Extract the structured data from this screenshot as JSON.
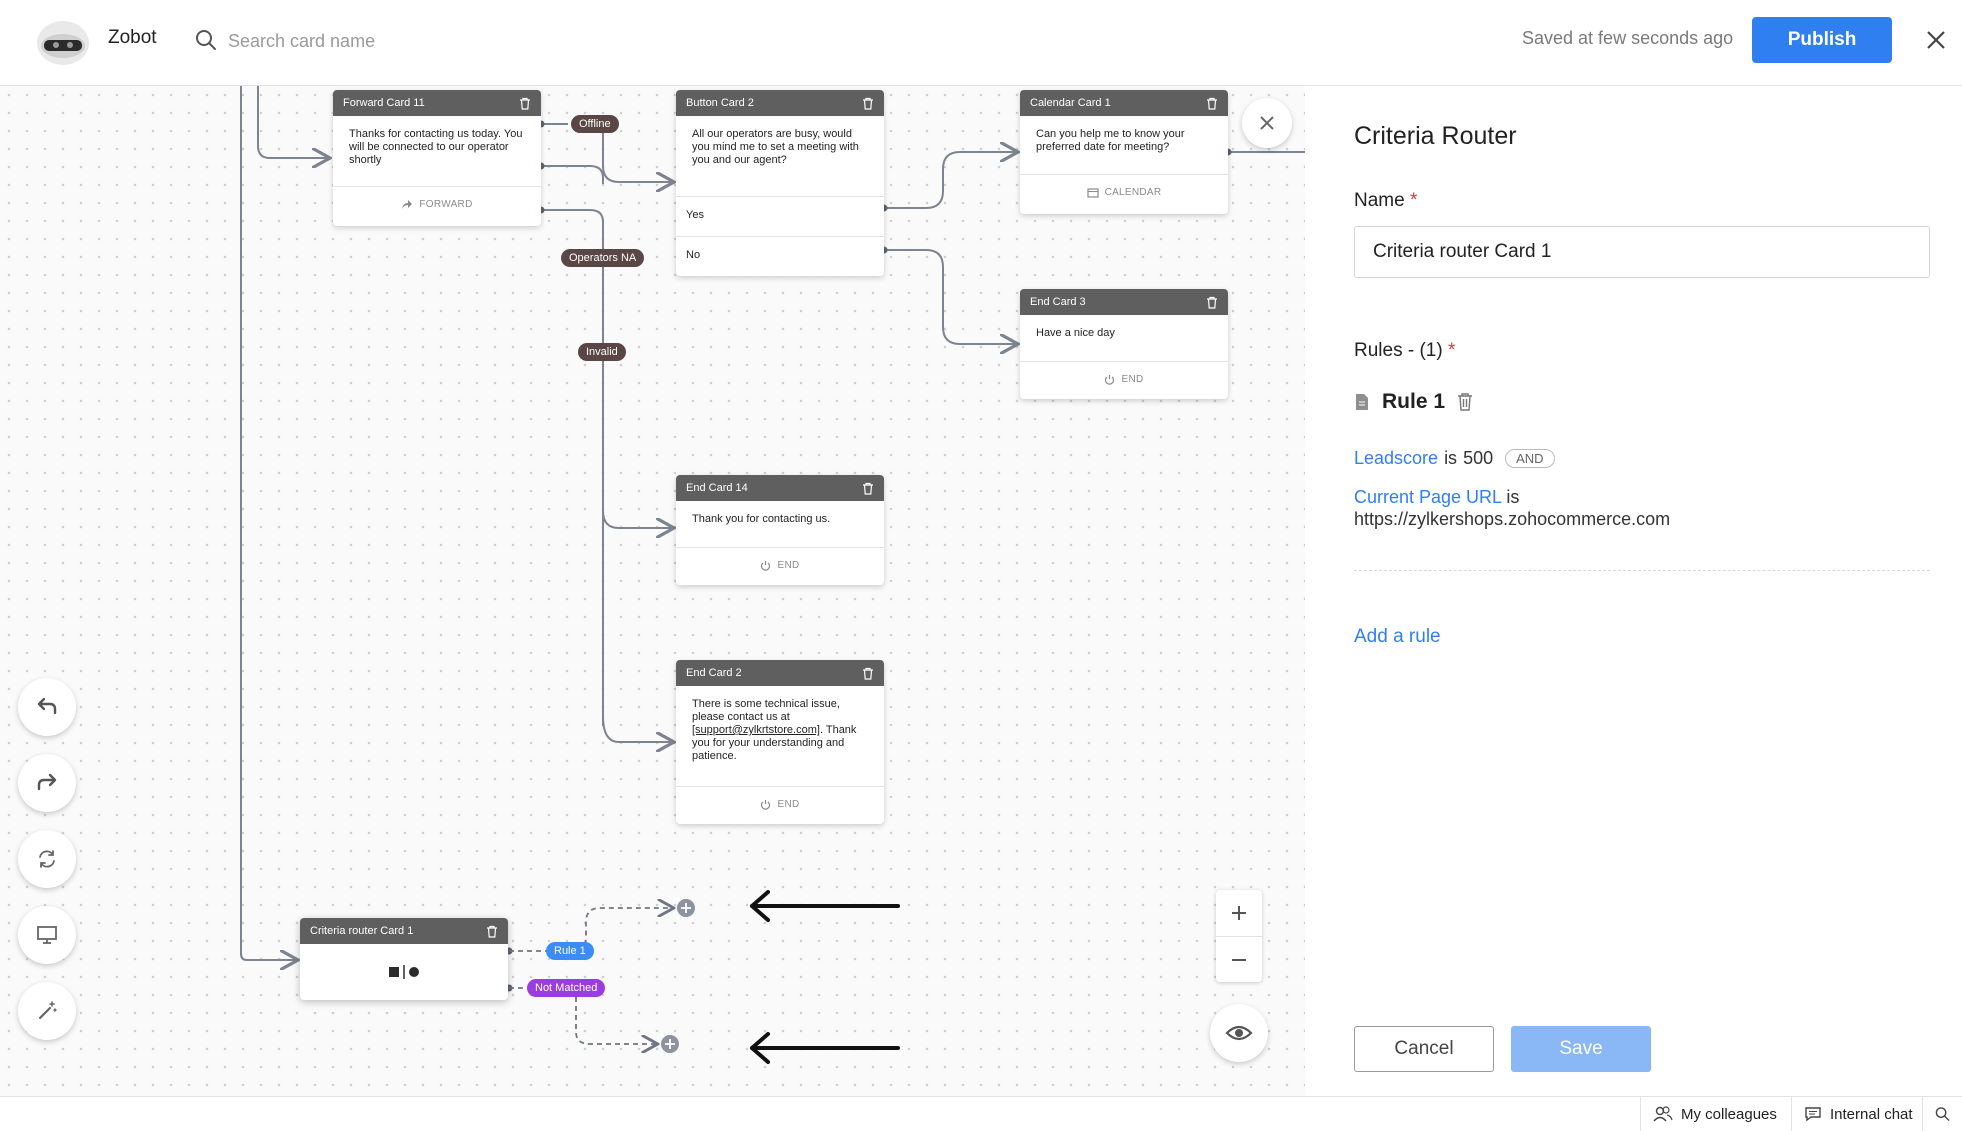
{
  "header": {
    "app_name": "Zobot",
    "search_placeholder": "Search card name",
    "saved_status": "Saved at few seconds ago",
    "publish_label": "Publish"
  },
  "canvas": {
    "cards": {
      "forward": {
        "title": "Forward Card 11",
        "text": "Thanks for contacting us today. You will be connected to our operator shortly",
        "footer": "FORWARD"
      },
      "button": {
        "title": "Button Card 2",
        "text": "All our operators are busy, would you mind me to set a meeting with you and our agent?",
        "option_yes": "Yes",
        "option_no": "No"
      },
      "calendar": {
        "title": "Calendar Card 1",
        "text": "Can you help me to know your preferred date for meeting?",
        "footer": "CALENDAR"
      },
      "end3": {
        "title": "End Card 3",
        "text": "Have a nice day",
        "footer": "END"
      },
      "end14": {
        "title": "End Card 14",
        "text": "Thank you for contacting us.",
        "footer": "END"
      },
      "end2": {
        "title": "End Card 2",
        "text_before": "There is some technical issue, please contact us at ",
        "text_link": "[support@zylkrtstore.com]",
        "text_after": ". Thank you for your understanding and patience.",
        "footer": "END"
      },
      "criteria": {
        "title": "Criteria router Card 1"
      }
    },
    "wire_labels": {
      "offline": "Offline",
      "operators_na": "Operators NA",
      "invalid": "Invalid",
      "rule1": "Rule 1",
      "not_matched": "Not Matched"
    },
    "colors": {
      "label_brown": "#5b4646",
      "label_blue": "#3b8cf5",
      "label_purple": "#9a3ce0",
      "card_header": "#5f5f5f",
      "wire": "#7c8391"
    }
  },
  "panel": {
    "title": "Criteria Router",
    "name_label": "Name",
    "name_value": "Criteria router Card 1",
    "rules_label": "Rules - (1)",
    "rule_name": "Rule 1",
    "cond1_field": "Leadscore",
    "cond1_op": "is",
    "cond1_value": "500",
    "cond1_join": "AND",
    "cond2_field": "Current Page URL",
    "cond2_op": "is",
    "cond2_value": "https://zylkershops.zohocommerce.com",
    "add_rule": "Add a rule",
    "cancel_label": "Cancel",
    "save_label": "Save",
    "required_mark": "*"
  },
  "bottombar": {
    "colleagues": "My colleagues",
    "internal_chat": "Internal chat"
  },
  "theme": {
    "accent": "#2f7ff0",
    "required": "#e0343c",
    "save_disabled": "#8ab8f7"
  }
}
